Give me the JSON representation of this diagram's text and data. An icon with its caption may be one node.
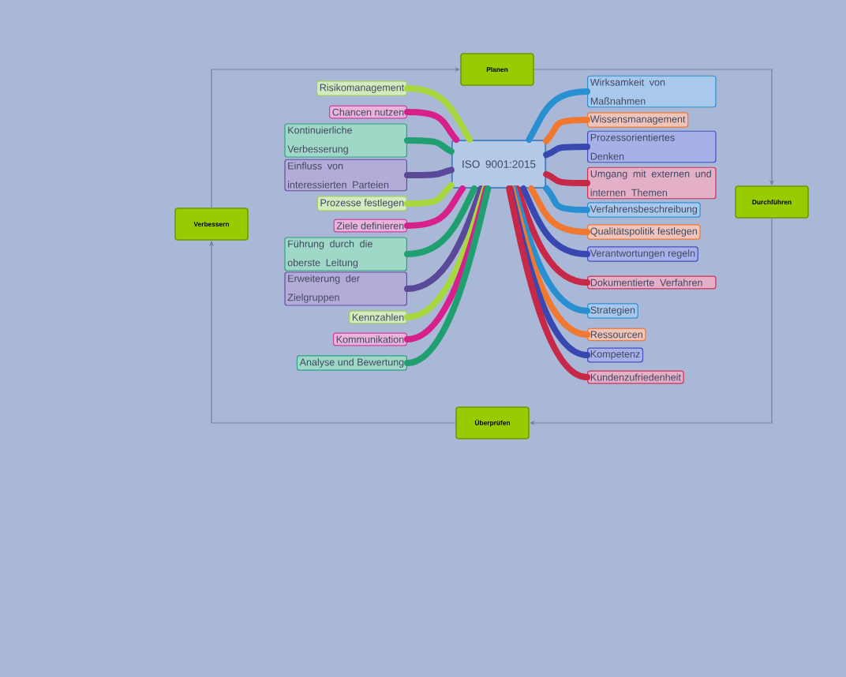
{
  "diagram": {
    "nodes": [
      {
        "text": [
          "ISO 9001:2015"
        ]
      },
      {
        "text": [
          "Risikomanagement"
        ]
      },
      {
        "text": [
          "Chancen nutzen"
        ]
      },
      {
        "text": [
          "Kontinuierliche Verbesserung"
        ]
      },
      {
        "text": [
          "Einfluss von interessierten Parteien"
        ]
      },
      {
        "text": [
          "Prozesse festlegen"
        ]
      },
      {
        "text": [
          "Ziele definieren"
        ]
      },
      {
        "text": [
          "Führung durch die oberste Leitung"
        ]
      },
      {
        "text": [
          "Erweiterung der Zielgruppen"
        ]
      },
      {
        "text": [
          "Kennzahlen"
        ]
      },
      {
        "text": [
          "Kommunikation"
        ]
      },
      {
        "text": [
          "Analyse und Bewertung"
        ]
      },
      {
        "text": [
          "Wirksamkeit von Maßnahmen"
        ]
      },
      {
        "text": [
          "Wissensmanagement"
        ]
      },
      {
        "text": [
          "Prozessorientiertes Denken"
        ]
      },
      {
        "text": [
          "Umgang mit externen und internen Themen"
        ]
      },
      {
        "text": [
          "Verfahrensbeschreibung"
        ]
      },
      {
        "text": [
          "Qualitätspolitik festlegen"
        ]
      },
      {
        "text": [
          "Verantwortungen regeln"
        ]
      },
      {
        "text": [
          "Dokumentierte Verfahren"
        ]
      },
      {
        "text": [
          "Strategien"
        ]
      },
      {
        "text": [
          "Ressourcen"
        ]
      },
      {
        "text": [
          "Kompetenz"
        ]
      },
      {
        "text": [
          "Kundenzufriedenheit"
        ]
      },
      {
        "text": [
          "Planen"
        ]
      },
      {
        "text": [
          "Durchführen"
        ]
      },
      {
        "text": [
          "Überprüfen"
        ]
      },
      {
        "text": [
          "Verbessern"
        ]
      }
    ],
    "edges": [
      {
        "from": 0,
        "to": 1,
        "arrow": "none",
        "color": "#a8d840"
      },
      {
        "from": 0,
        "to": 2,
        "arrow": "none",
        "color": "#d8208c"
      },
      {
        "from": 0,
        "to": 3,
        "arrow": "none",
        "color": "#20a070"
      },
      {
        "from": 0,
        "to": 4,
        "arrow": "none",
        "color": "#5a4898"
      },
      {
        "from": 0,
        "to": 5,
        "arrow": "none",
        "color": "#a8d840"
      },
      {
        "from": 0,
        "to": 6,
        "arrow": "none",
        "color": "#d8208c"
      },
      {
        "from": 0,
        "to": 7,
        "arrow": "none",
        "color": "#20a070"
      },
      {
        "from": 0,
        "to": 8,
        "arrow": "none",
        "color": "#5a4898"
      },
      {
        "from": 0,
        "to": 9,
        "arrow": "none",
        "color": "#a8d840"
      },
      {
        "from": 0,
        "to": 10,
        "arrow": "none",
        "color": "#d8208c"
      },
      {
        "from": 0,
        "to": 11,
        "arrow": "none",
        "color": "#20a070"
      },
      {
        "from": 0,
        "to": 12,
        "arrow": "none",
        "color": "#2890d0"
      },
      {
        "from": 0,
        "to": 13,
        "arrow": "none",
        "color": "#f07830"
      },
      {
        "from": 0,
        "to": 14,
        "arrow": "none",
        "color": "#3848b0"
      },
      {
        "from": 0,
        "to": 15,
        "arrow": "none",
        "color": "#c82848"
      },
      {
        "from": 0,
        "to": 16,
        "arrow": "none",
        "color": "#2890d0"
      },
      {
        "from": 0,
        "to": 17,
        "arrow": "none",
        "color": "#f07830"
      },
      {
        "from": 0,
        "to": 18,
        "arrow": "none",
        "color": "#3848b0"
      },
      {
        "from": 0,
        "to": 19,
        "arrow": "none",
        "color": "#c82848"
      },
      {
        "from": 0,
        "to": 20,
        "arrow": "none",
        "color": "#2890d0"
      },
      {
        "from": 0,
        "to": 21,
        "arrow": "none",
        "color": "#f07830"
      },
      {
        "from": 0,
        "to": 22,
        "arrow": "none",
        "color": "#3848b0"
      },
      {
        "from": 0,
        "to": 23,
        "arrow": "none",
        "color": "#c82848"
      },
      {
        "from": 27,
        "to": 24,
        "arrow": "to"
      },
      {
        "from": 24,
        "to": 25,
        "arrow": "to"
      },
      {
        "from": 25,
        "to": 26,
        "arrow": "to"
      },
      {
        "from": 26,
        "to": 27,
        "arrow": "to"
      }
    ]
  }
}
